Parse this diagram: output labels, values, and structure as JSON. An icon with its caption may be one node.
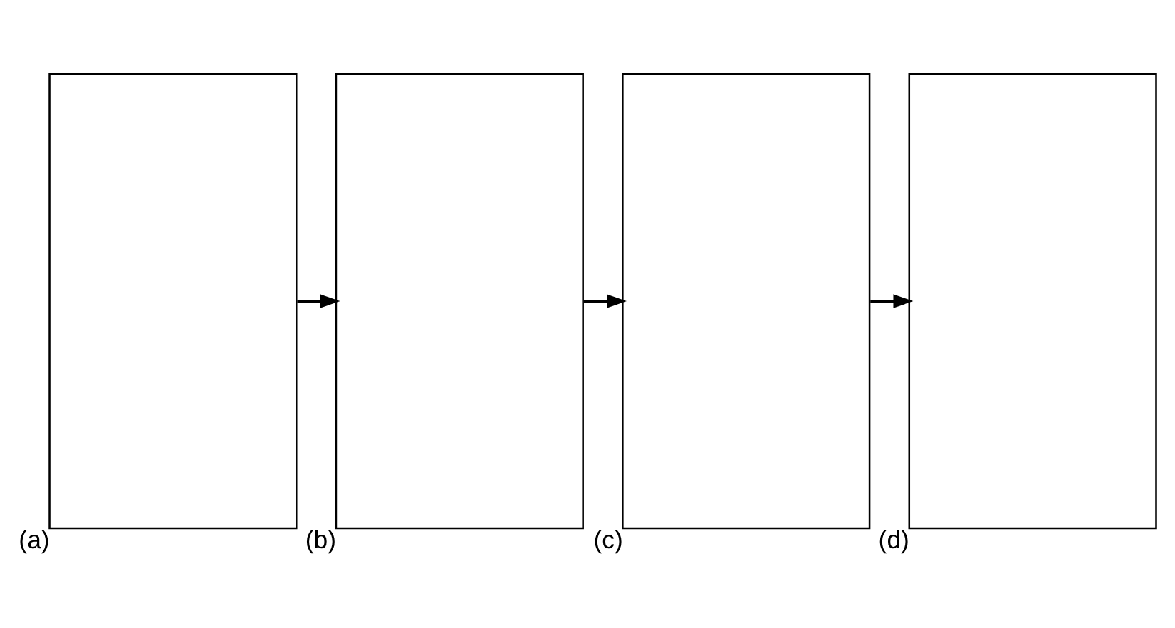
{
  "diagram": {
    "nodes": [
      {
        "text": [],
        "shape": "box",
        "beside": [
          "(a)"
        ]
      },
      {
        "text": [],
        "shape": "box",
        "beside": [
          "(b)"
        ]
      },
      {
        "text": [],
        "shape": "box",
        "beside": [
          "(c)"
        ]
      },
      {
        "text": [],
        "shape": "box",
        "beside": [
          "(d)"
        ]
      }
    ],
    "edges": [
      {
        "from": 0,
        "to": 1,
        "arrow": "to"
      },
      {
        "from": 1,
        "to": 2,
        "arrow": "to"
      },
      {
        "from": 2,
        "to": 3,
        "arrow": "to"
      }
    ]
  }
}
